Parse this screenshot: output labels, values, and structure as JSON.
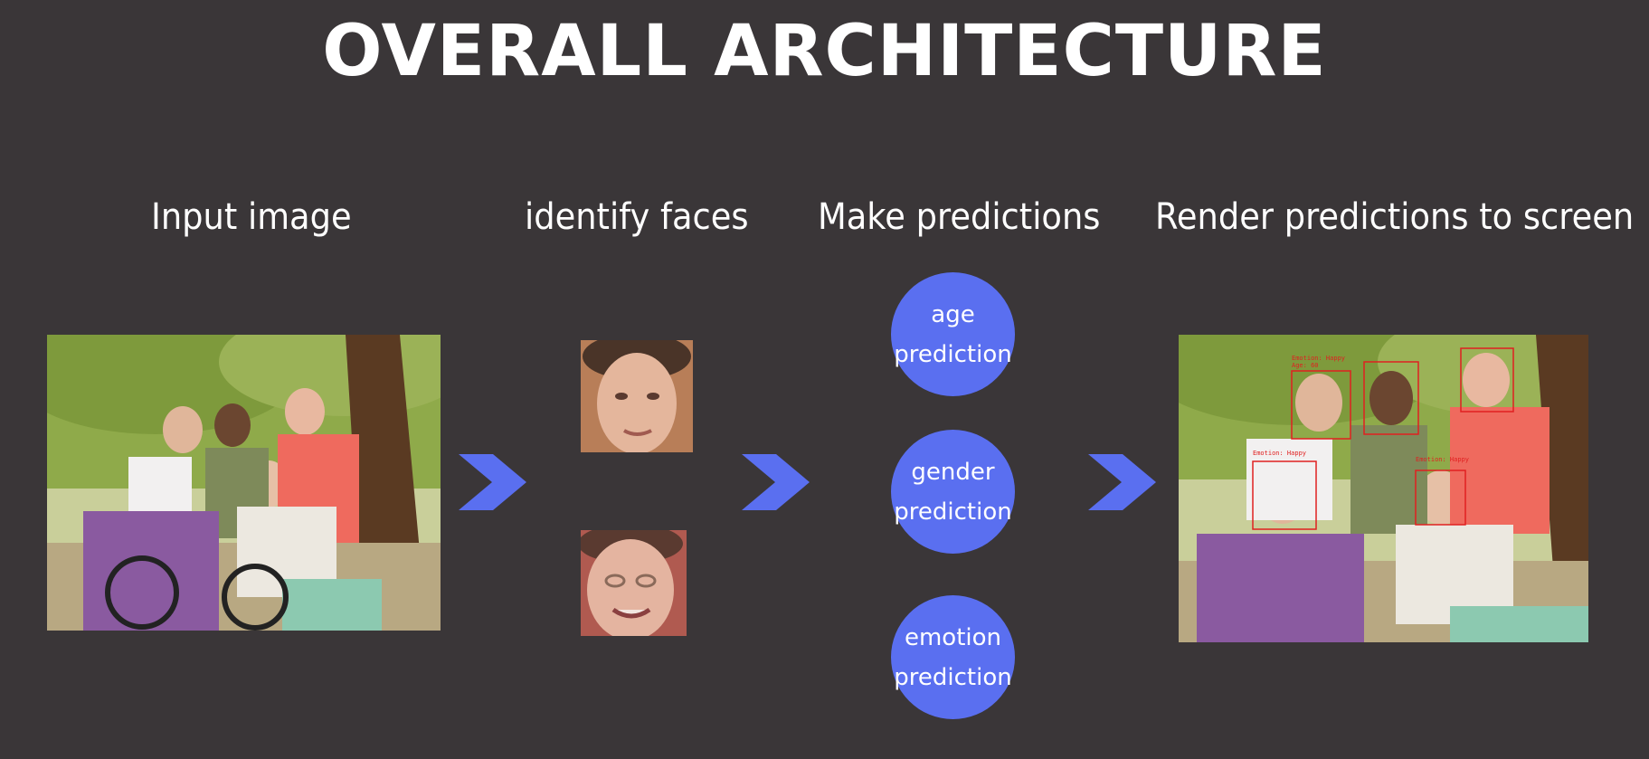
{
  "title": "OVERALL ARCHITECTURE",
  "steps": [
    {
      "heading": "Input image"
    },
    {
      "heading": "identify faces"
    },
    {
      "heading": "Make predictions"
    },
    {
      "heading": "Render predictions to screen"
    }
  ],
  "predictions": [
    {
      "line1": "age",
      "line2": "prediction"
    },
    {
      "line1": "gender",
      "line2": "prediction"
    },
    {
      "line1": "emotion",
      "line2": "prediction"
    }
  ],
  "images": {
    "input": "group-photo",
    "face_1": "face-crop",
    "face_2": "face-crop",
    "output": "annotated-group-photo"
  },
  "colors": {
    "background": "#3a3638",
    "accent": "#5a6ff0",
    "text": "#ffffff",
    "box": "#e02020"
  }
}
